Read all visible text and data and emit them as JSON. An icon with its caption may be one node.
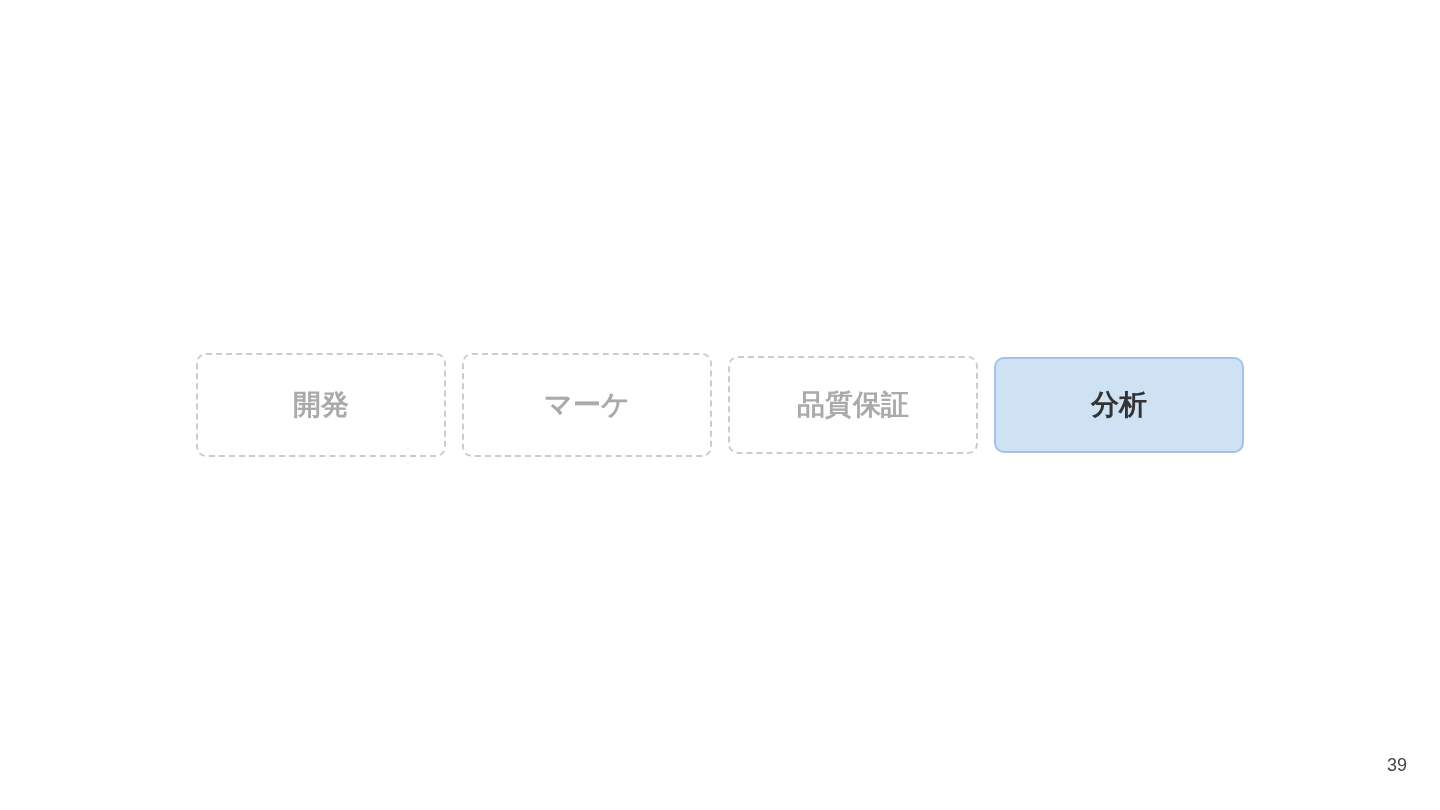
{
  "diagram": {
    "nodes": [
      {
        "text": [
          "開発"
        ]
      },
      {
        "text": [
          "マーケ"
        ]
      },
      {
        "text": [
          "品質保証"
        ]
      },
      {
        "text": [
          "分析"
        ]
      }
    ],
    "labels": [
      "39"
    ]
  }
}
